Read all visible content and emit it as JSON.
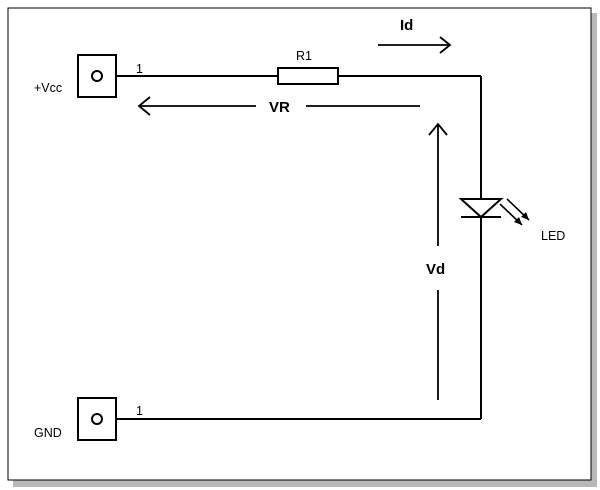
{
  "diagram": {
    "components": {
      "vcc_terminal": {
        "label": "+Vcc",
        "pin": "1"
      },
      "gnd_terminal": {
        "label": "GND",
        "pin": "1"
      },
      "resistor": {
        "label": "R1"
      },
      "led": {
        "label": "LED"
      }
    },
    "annotations": {
      "current": "Id",
      "resistor_voltage": "VR",
      "diode_voltage": "Vd"
    }
  }
}
